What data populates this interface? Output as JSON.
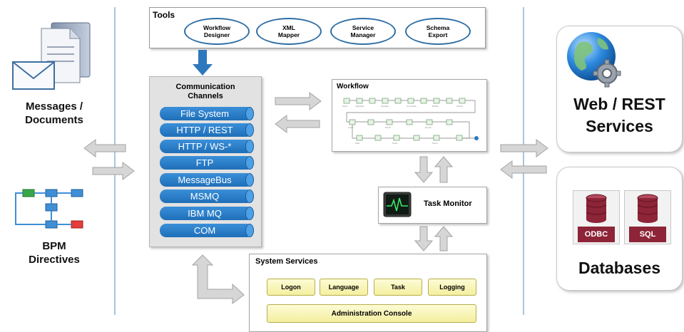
{
  "left": {
    "messages_label_line1": "Messages /",
    "messages_label_line2": "Documents",
    "bpm_label_line1": "BPM",
    "bpm_label_line2": "Directives"
  },
  "tools": {
    "title": "Tools",
    "items": [
      {
        "line1": "Workflow",
        "line2": "Designer"
      },
      {
        "line1": "XML",
        "line2": "Mapper"
      },
      {
        "line1": "Service",
        "line2": "Manager"
      },
      {
        "line1": "Schema",
        "line2": "Export"
      }
    ]
  },
  "communication": {
    "title_line1": "Communication",
    "title_line2": "Channels",
    "channels": [
      "File System",
      "HTTP / REST",
      "HTTP / WS-*",
      "FTP",
      "MessageBus",
      "MSMQ",
      "IBM MQ",
      "COM"
    ]
  },
  "workflow": {
    "title": "Workflow"
  },
  "task_monitor": {
    "title": "Task Monitor"
  },
  "system_services": {
    "title": "System Services",
    "items": [
      "Logon",
      "Language",
      "Task",
      "Logging"
    ],
    "admin": "Administration Console"
  },
  "right": {
    "web_line1": "Web / REST",
    "web_line2": "Services",
    "db_label": "Databases",
    "odbc": "ODBC",
    "sql": "SQL"
  },
  "colors": {
    "channel_blue": "#1f6fb8",
    "arrow_gray": "#c8c8c8",
    "service_yellow": "#f4ef9f",
    "db_maroon": "#8d2437",
    "divider_blue": "#a9c6dc"
  }
}
